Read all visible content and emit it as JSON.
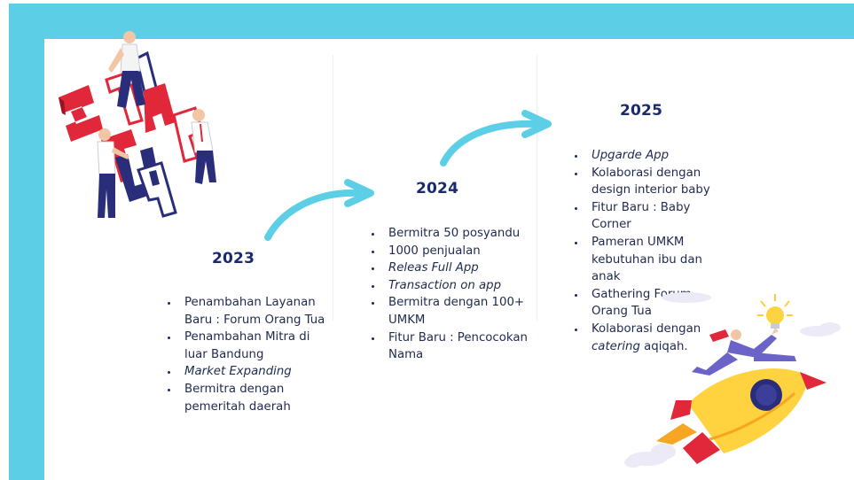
{
  "timeline": [
    {
      "year": "2023",
      "items": [
        {
          "text": "Penambahan Layanan Baru : Forum Orang Tua"
        },
        {
          "text": "Penambahan Mitra di luar Bandung"
        },
        {
          "text": "Market Expanding",
          "italic": true
        },
        {
          "text": "Bermitra dengan pemeritah daerah"
        }
      ]
    },
    {
      "year": "2024",
      "items": [
        {
          "text": "Bermitra 50 posyandu"
        },
        {
          "text": "1000 penjualan"
        },
        {
          "text": "Releas Full App",
          "italic": true
        },
        {
          "text": "Transaction on app",
          "italic": true
        },
        {
          "text": "Bermitra dengan 100+ UMKM"
        },
        {
          "text": "Fitur Baru : Pencocokan Nama"
        }
      ]
    },
    {
      "year": "2025",
      "items": [
        {
          "text": "Upgarde App",
          "italic": true
        },
        {
          "text": "Kolaborasi dengan design interior baby"
        },
        {
          "text": "Fitur Baru : Baby Corner"
        },
        {
          "text": "Pameran UMKM kebutuhan ibu dan anak"
        },
        {
          "text": "Gathering Forum Orang Tua"
        },
        {
          "text": "Kolaborasi dengan ",
          "italic_tail": "catering",
          "suffix": " aqiqah."
        }
      ]
    }
  ],
  "illustration_text": "START UP",
  "colors": {
    "frame": "#5ccfe6",
    "arrow": "#5ccfe6",
    "heading": "#1a2a6c",
    "body": "#1f2a4d",
    "letter_red": "#e0283a",
    "letter_navy": "#2a2e7a"
  }
}
